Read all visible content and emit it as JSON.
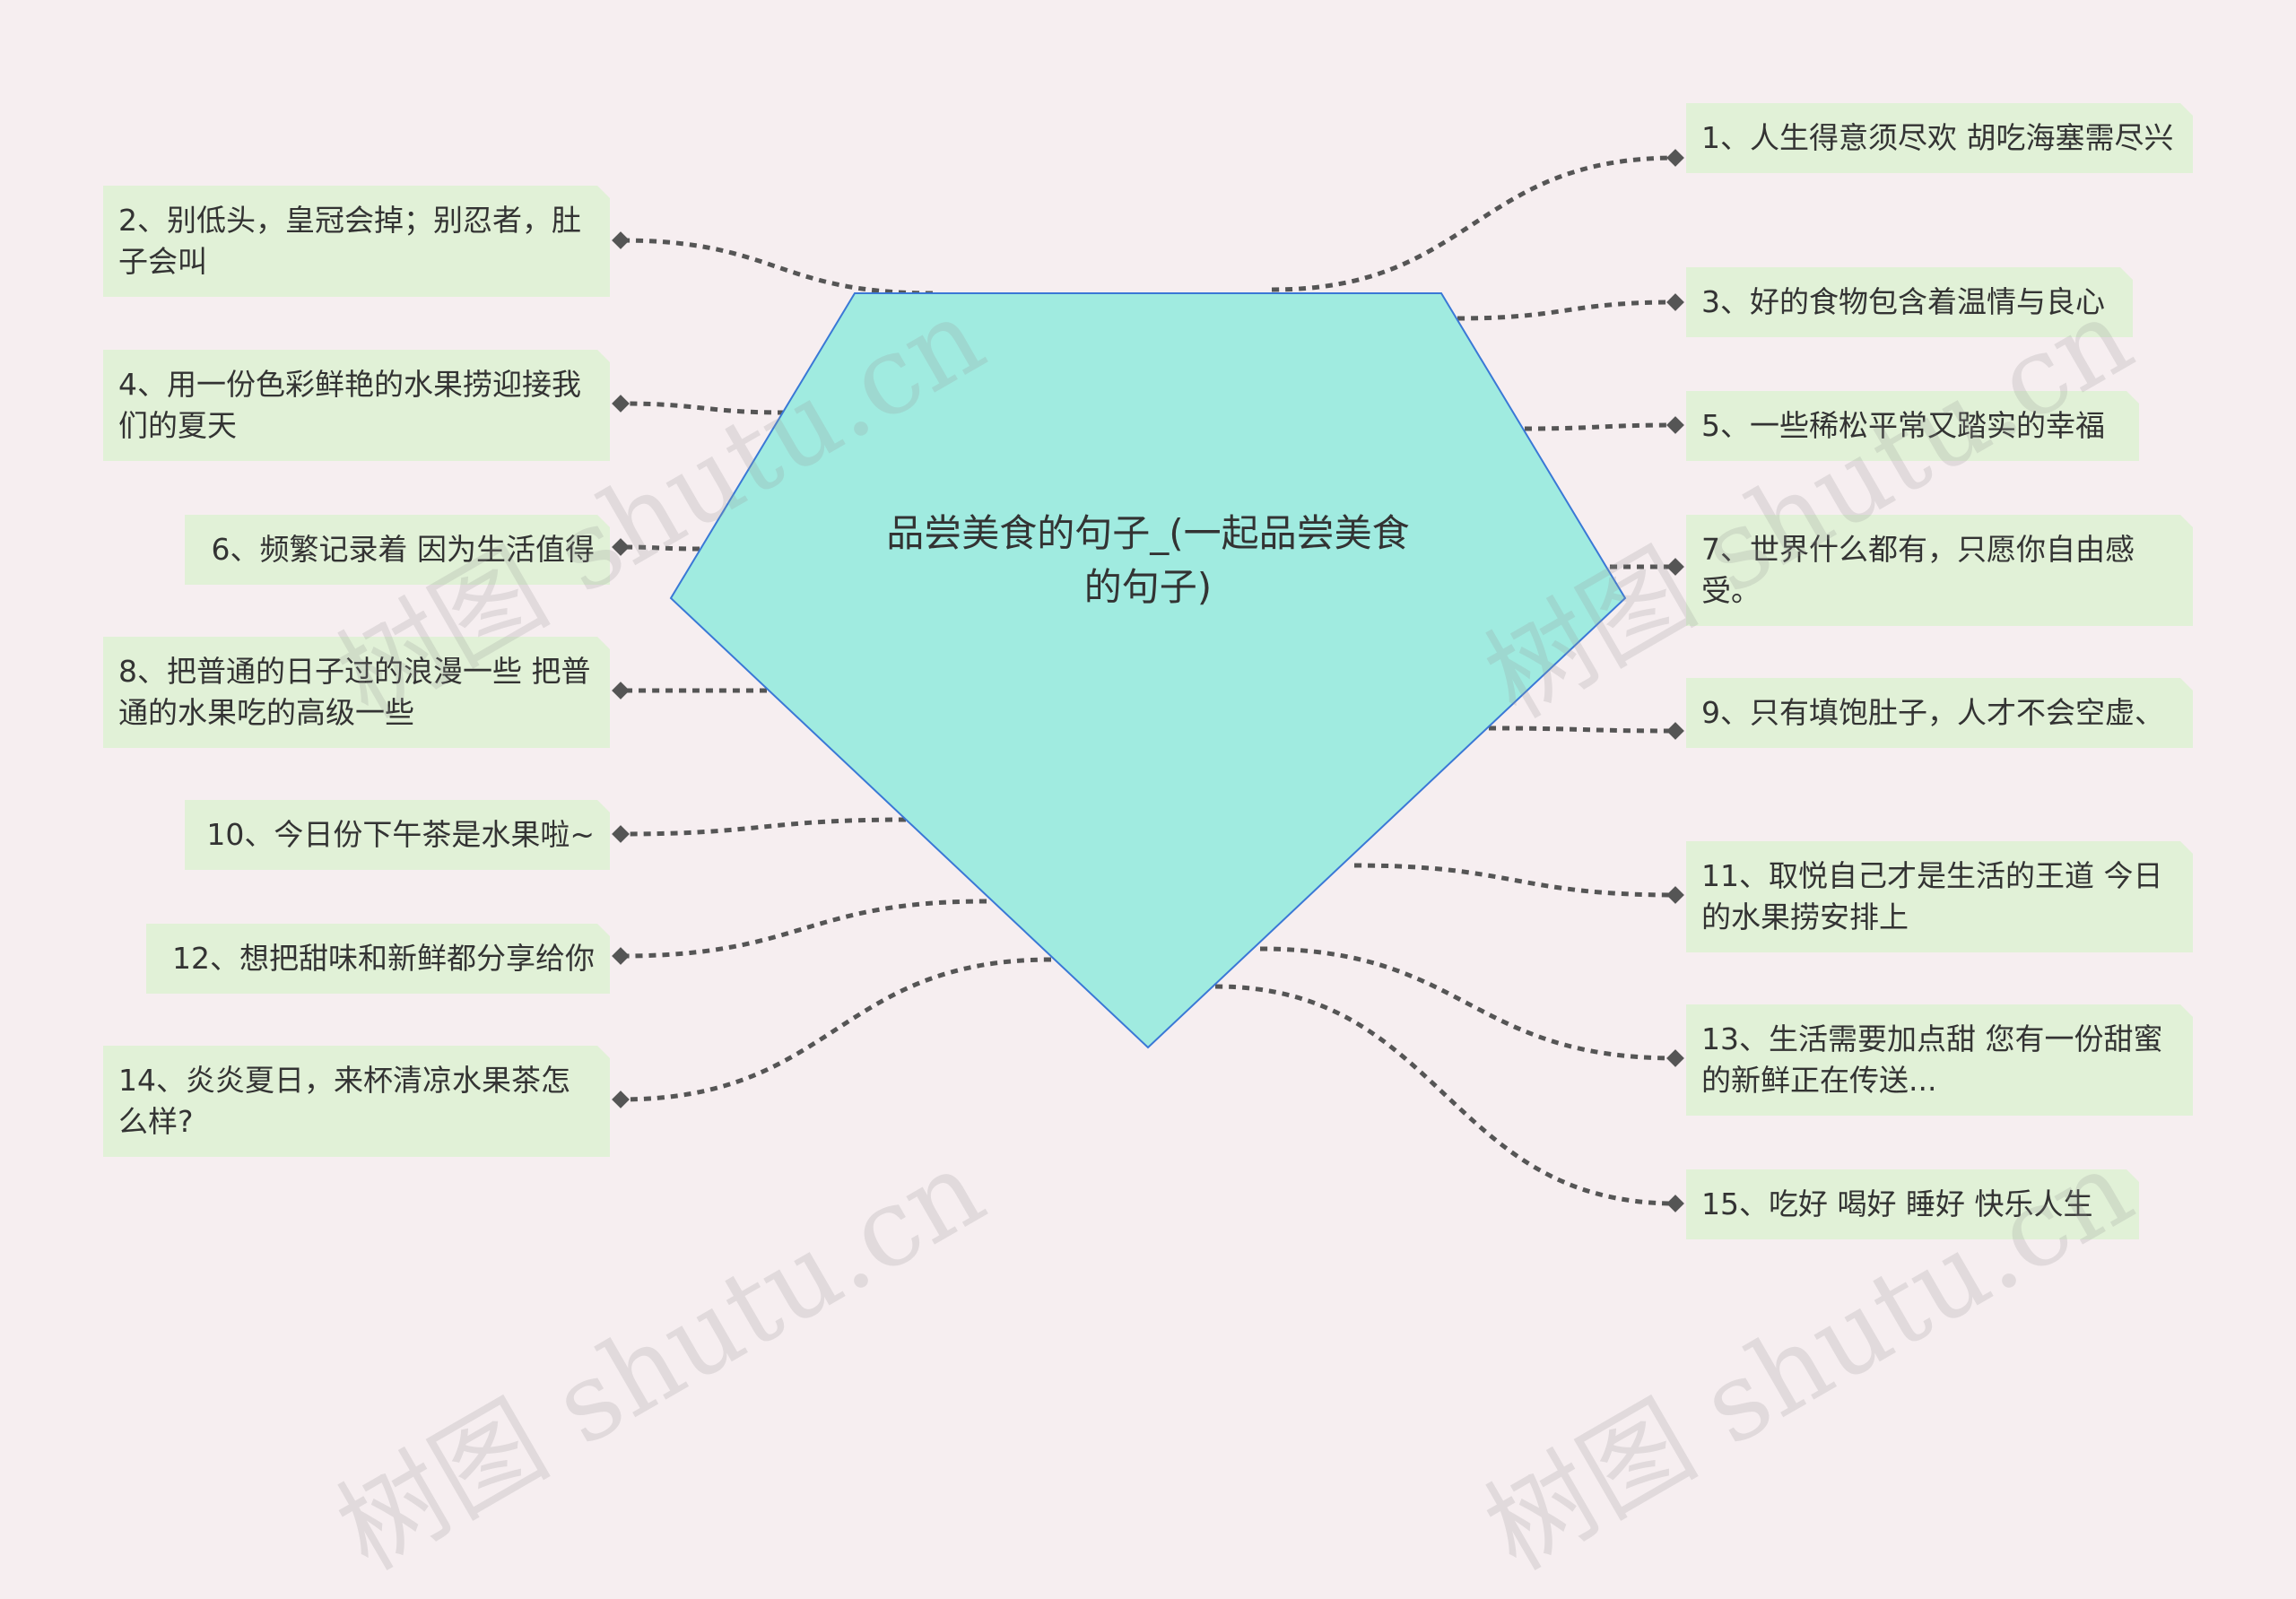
{
  "center": {
    "title": "品尝美食的句子_(一起品尝美食的句子)"
  },
  "colors": {
    "center_fill": "#a0ebe0",
    "center_stroke": "#3a78d6",
    "node_fill": "#e1f1d7",
    "edge": "#555555",
    "background": "#f6eef0"
  },
  "nodes": [
    "1、人生得意须尽欢 胡吃海塞需尽兴",
    "2、别低头，皇冠会掉；别忍者，肚子会叫",
    "3、好的食物包含着温情与良心",
    "4、用一份色彩鲜艳的水果捞迎接我们的夏天",
    "5、一些稀松平常又踏实的幸福",
    "6、频繁记录着 因为生活值得",
    "7、世界什么都有，只愿你自由感受。",
    "8、把普通的日子过的浪漫一些 把普通的水果吃的高级一些",
    "9、只有填饱肚子，人才不会空虚、",
    "10、今日份下午茶是水果啦~",
    "11、取悦自己才是生活的王道 今日的水果捞安排上",
    "12、想把甜味和新鲜都分享给你",
    "13、生活需要加点甜 您有一份甜蜜的新鲜正在传送...",
    "14、炎炎夏日，来杯清凉水果茶怎么样?",
    "15、吃好 喝好 睡好 快乐人生"
  ],
  "watermark": "树图 shutu.cn"
}
